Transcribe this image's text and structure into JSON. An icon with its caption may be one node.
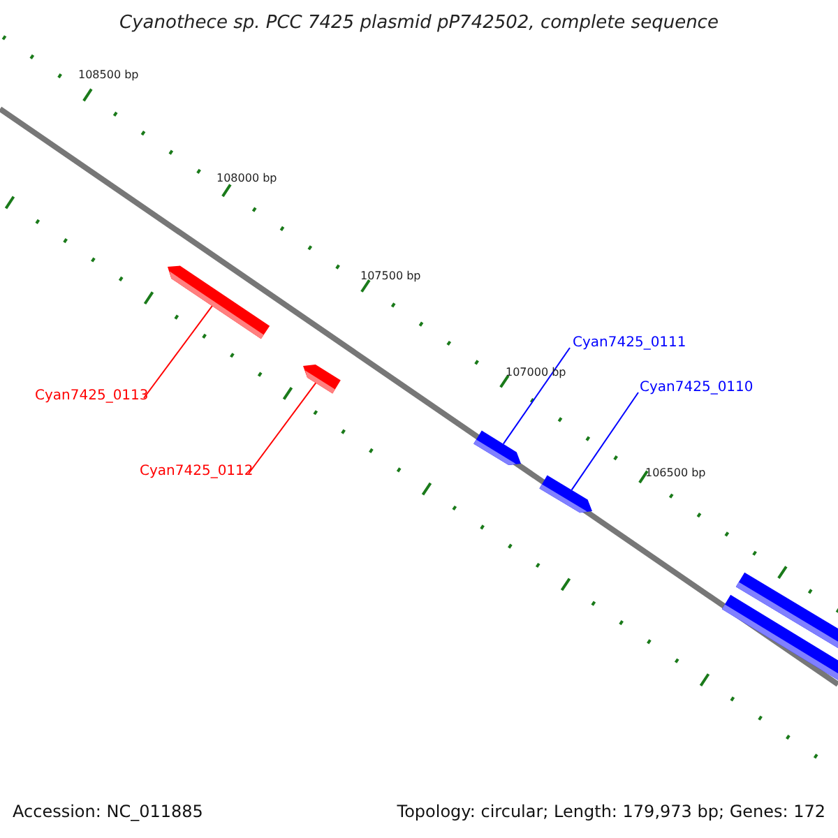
{
  "diagram": {
    "title": "Cyanothece sp. PCC 7425 plasmid pP742502, complete sequence",
    "nodes": [
      {
        "text": [
          "Cyan7425_0111"
        ]
      },
      {
        "text": [
          "Cyan7425_0110"
        ]
      },
      {
        "text": [
          "Cyan7425_0113"
        ]
      },
      {
        "text": [
          "Cyan7425_0112"
        ]
      },
      {
        "text": [],
        "shape": "arrow"
      },
      {
        "text": [],
        "shape": "arrow"
      },
      {
        "text": [],
        "shape": "arrow"
      },
      {
        "text": [],
        "shape": "arrow"
      },
      {
        "text": [],
        "shape": "arrow"
      },
      {
        "text": [],
        "shape": "arrow"
      }
    ],
    "edges": [
      {
        "from": 0,
        "to": 6,
        "arrow": "none",
        "color": "#0000ff"
      },
      {
        "from": 1,
        "to": 7,
        "arrow": "none",
        "color": "#0000ff"
      },
      {
        "from": 2,
        "to": 4,
        "arrow": "none",
        "color": "#ff0000"
      },
      {
        "from": 3,
        "to": 5,
        "arrow": "none",
        "color": "#ff0000"
      }
    ],
    "labels": [
      "108500 bp",
      "108000 bp",
      "107500 bp",
      "107000 bp",
      "106500 bp",
      "Accession: NC_011885",
      "Topology: circular; Length: 179,973 bp; Genes: 172"
    ]
  }
}
